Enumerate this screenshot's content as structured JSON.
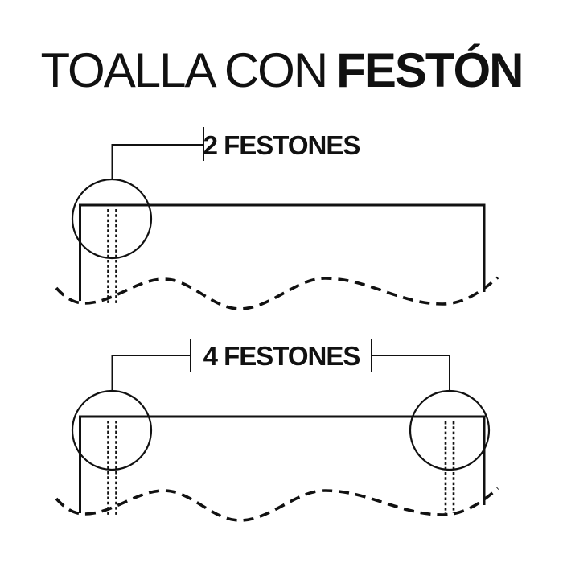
{
  "colors": {
    "ink": "#111111",
    "background": "#ffffff"
  },
  "title": {
    "regular": "TOALLA CON",
    "bold": "FESTÓN"
  },
  "diagrams": {
    "first": {
      "label": "2 FESTONES"
    },
    "second": {
      "label": "4 FESTONES"
    }
  }
}
